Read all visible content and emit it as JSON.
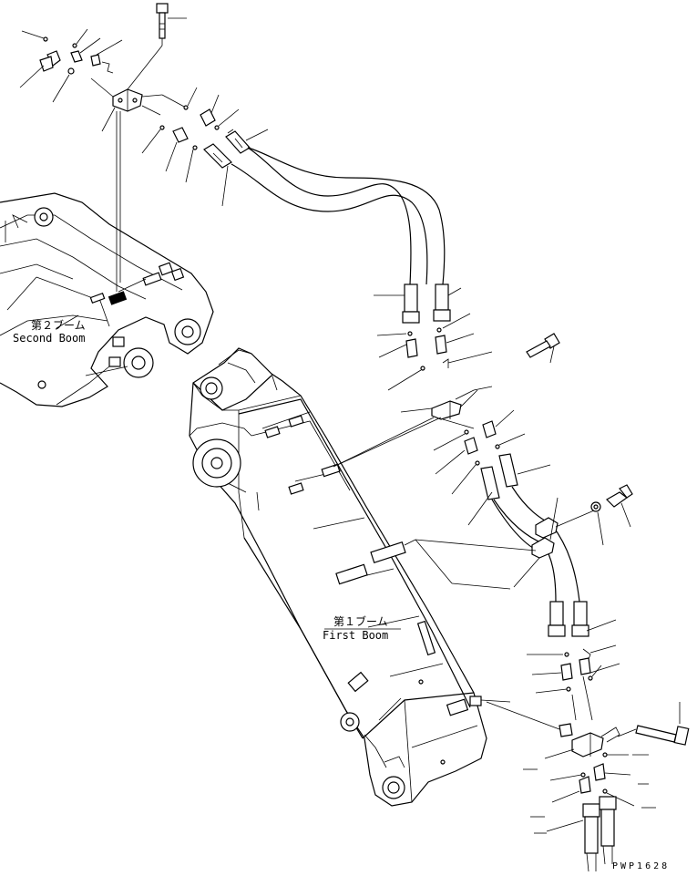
{
  "labels": {
    "second_boom_jp": "第２ブーム",
    "second_boom_en": "Second Boom",
    "first_boom_jp": "第１ブーム",
    "first_boom_en": "First Boom",
    "drawing_code": "PWP1628"
  }
}
